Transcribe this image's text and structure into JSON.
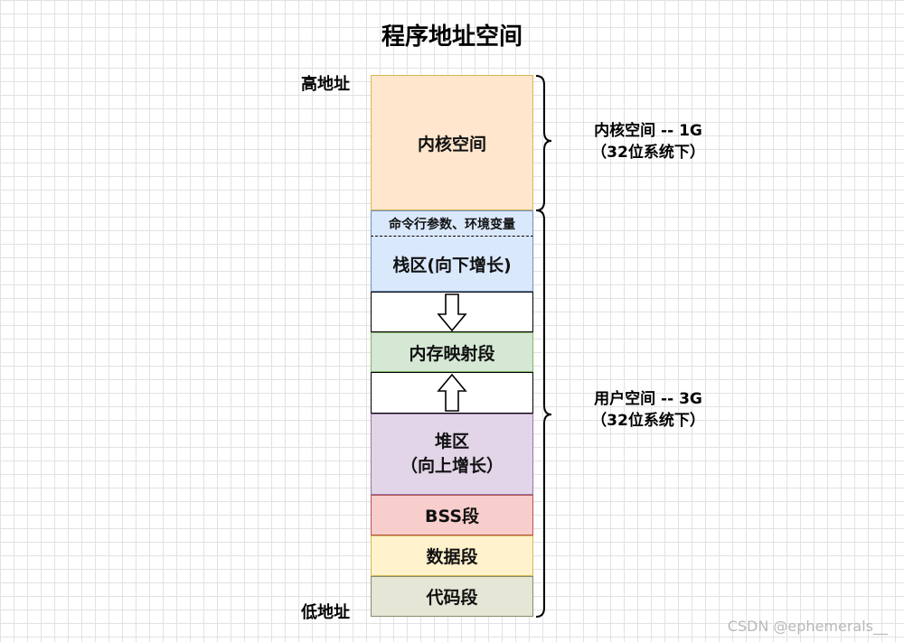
{
  "title": "程序地址空间",
  "labels": {
    "high_address": "高地址",
    "low_address": "低地址"
  },
  "segments": {
    "kernel": "内核空间",
    "cmd_env": "命令行参数、环境变量",
    "stack": "栈区(向下增长)",
    "mmap": "内存映射段",
    "heap_line1": "堆区",
    "heap_line2": "（向上增长）",
    "bss": "BSS段",
    "data": "数据段",
    "code": "代码段"
  },
  "braces": {
    "kernel_line1": "内核空间 -- 1G",
    "kernel_line2": "（32位系统下）",
    "user_line1": "用户空间 -- 3G",
    "user_line2": "（32位系统下）"
  },
  "watermark": "CSDN @ephemerals__",
  "colors": {
    "kernel": "#ffe6cc",
    "stack": "#dae8fc",
    "mmap": "#d5e8d4",
    "heap": "#e1d5e7",
    "bss": "#f8cecc",
    "data": "#fff2cc",
    "code": "#e6e6d6"
  }
}
